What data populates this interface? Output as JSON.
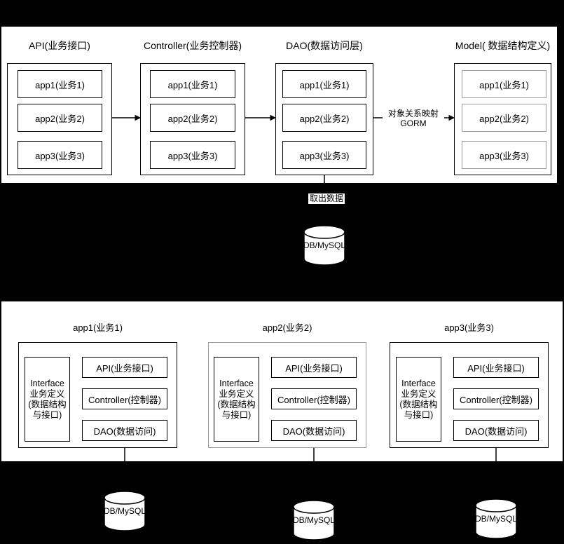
{
  "colors": {
    "background": "#000000",
    "panel": "#ffffff",
    "line": "#000000",
    "secondary_border": "#999999"
  },
  "top_section": {
    "columns": [
      {
        "title": "API(业务接口)",
        "apps": [
          "app1(业务1)",
          "app2(业务2)",
          "app3(业务3)"
        ]
      },
      {
        "title": "Controller(业务控制器)",
        "apps": [
          "app1(业务1)",
          "app2(业务2)",
          "app3(业务3)"
        ]
      },
      {
        "title": "DAO(数据访问层)",
        "apps": [
          "app1(业务1)",
          "app2(业务2)",
          "app3(业务3)"
        ]
      },
      {
        "title": "Model( 数据结构定义)",
        "apps": [
          "app1(业务1)",
          "app2(业务2)",
          "app3(业务3)"
        ]
      }
    ],
    "orm_label_line1": "对象关系映射",
    "orm_label_line2": "GORM",
    "fetch_data_label": "取出数据",
    "database_label": "DB/MySQL"
  },
  "bottom_section": {
    "groups": [
      {
        "title": "app1(业务1)",
        "interface_label": "Interface\n业务定义\n(数据结构\n与接口)",
        "flow": [
          "API(业务接口)",
          "Controller(控制器)",
          "DAO(数据访问)"
        ],
        "database_label": "DB/MySQL"
      },
      {
        "title": "app2(业务2)",
        "interface_label": "Interface\n业务定义\n(数据结构\n与接口)",
        "flow": [
          "API(业务接口)",
          "Controller(控制器)",
          "DAO(数据访问)"
        ],
        "database_label": "DB/MySQL"
      },
      {
        "title": "app3(业务3)",
        "interface_label": "Interface\n业务定义\n(数据结构\n与接口)",
        "flow": [
          "API(业务接口)",
          "Controller(控制器)",
          "DAO(数据访问)"
        ],
        "database_label": "DB/MySQL"
      }
    ]
  }
}
